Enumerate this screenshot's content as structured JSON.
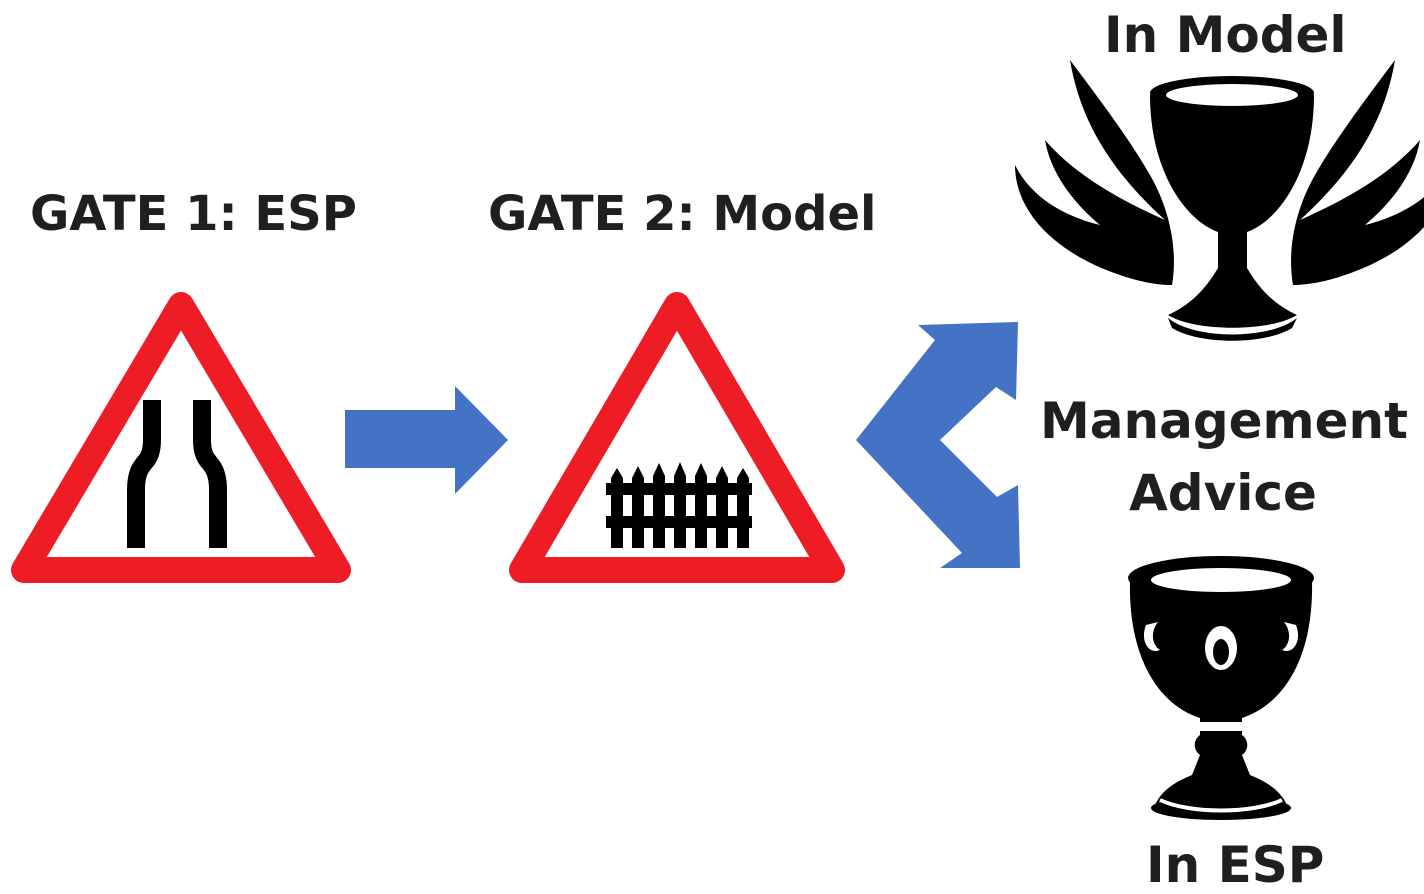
{
  "gates": [
    {
      "title": "GATE 1: ESP",
      "sign_icon": "road-narrows-icon"
    },
    {
      "title": "GATE 2: Model",
      "sign_icon": "fence-gate-icon"
    }
  ],
  "outcomes": {
    "top_label": "In Model",
    "top_icon": "winged-grail-icon",
    "center_label_line1": "Management",
    "center_label_line2": "Advice",
    "bottom_label": "In ESP",
    "bottom_icon": "ornate-chalice-icon"
  },
  "colors": {
    "sign_border": "#ee1c25",
    "arrow": "#4472c4",
    "icon": "#000000",
    "text": "#1f1f1f"
  }
}
